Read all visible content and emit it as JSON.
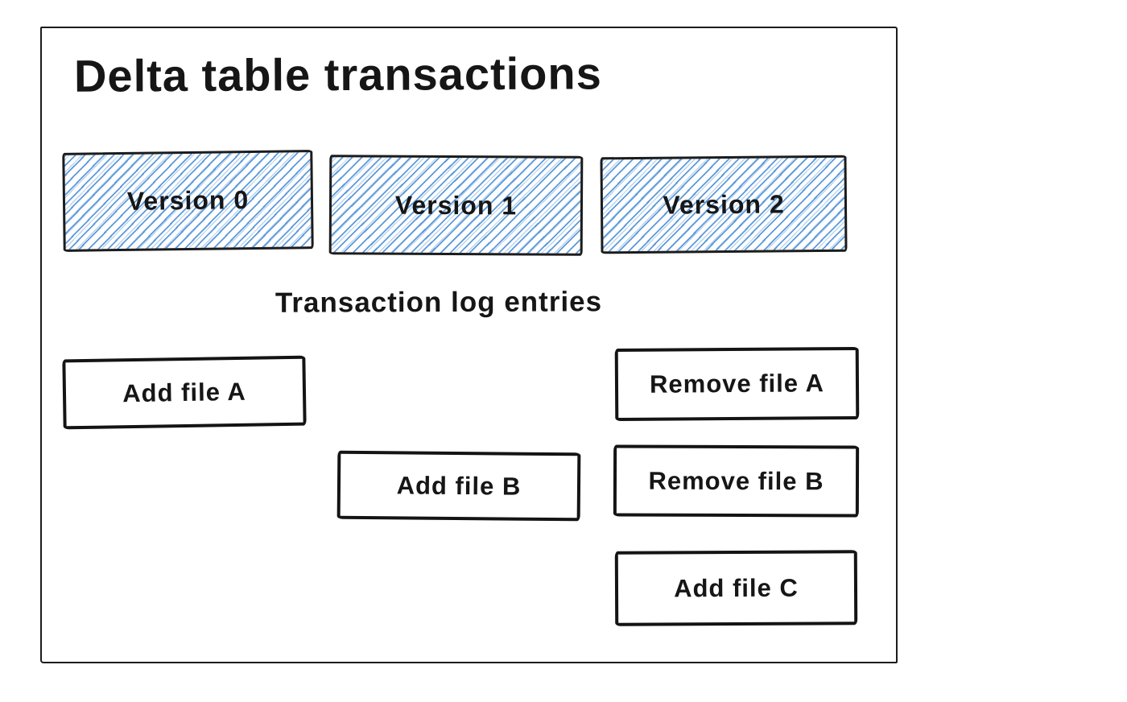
{
  "diagram": {
    "title": "Delta table transactions",
    "subtitle": "Transaction log entries",
    "versions": [
      {
        "label": "Version 0"
      },
      {
        "label": "Version 1"
      },
      {
        "label": "Version 2"
      }
    ],
    "log_entries": [
      {
        "label": "Add file A",
        "version": 0
      },
      {
        "label": "Add file B",
        "version": 1
      },
      {
        "label": "Remove file A",
        "version": 2
      },
      {
        "label": "Remove file B",
        "version": 2
      },
      {
        "label": "Add file C",
        "version": 2
      }
    ],
    "colors": {
      "hatch_blue": "#5695d8",
      "ink": "#161616",
      "background": "#ffffff"
    }
  }
}
